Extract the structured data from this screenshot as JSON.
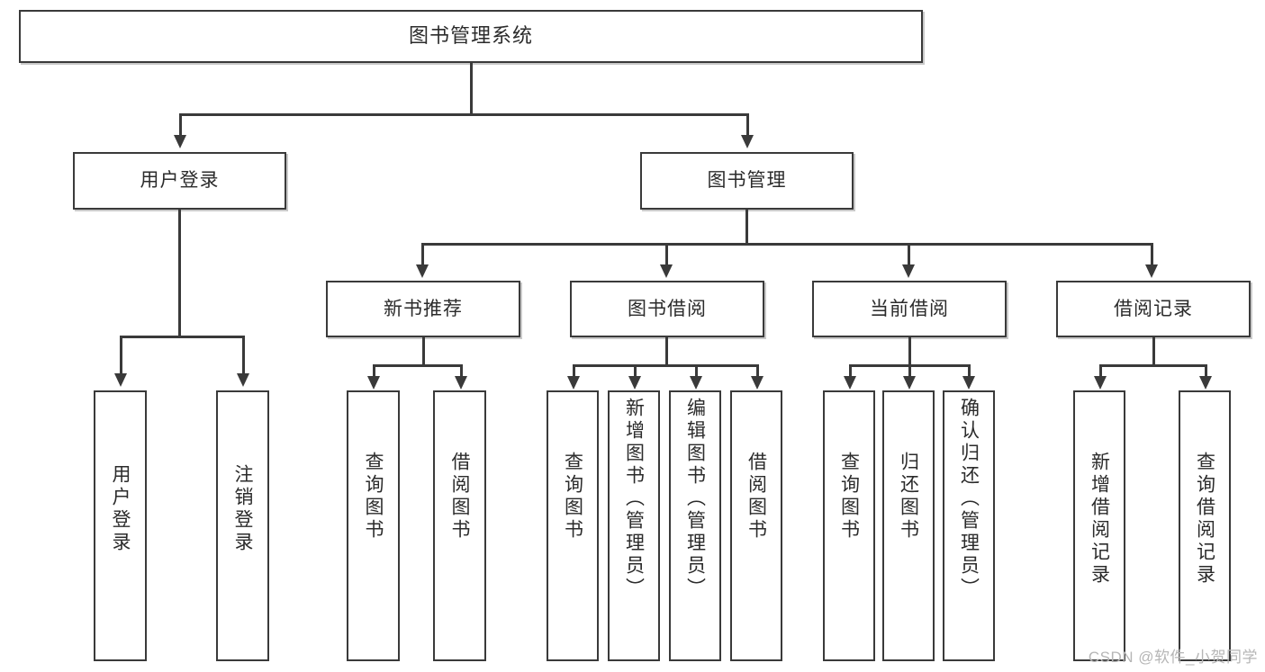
{
  "diagram": {
    "type": "tree-hierarchy",
    "title": "图书管理系统",
    "root": {
      "label": "图书管理系统"
    },
    "level2": [
      {
        "label": "用户登录"
      },
      {
        "label": "图书管理"
      }
    ],
    "level3": [
      {
        "label": "新书推荐"
      },
      {
        "label": "图书借阅"
      },
      {
        "label": "当前借阅"
      },
      {
        "label": "借阅记录"
      }
    ],
    "leaves": {
      "user_login": [
        {
          "label": "用户登录"
        },
        {
          "label": "注销登录"
        }
      ],
      "new_book_recommend": [
        {
          "label": "查询图书"
        },
        {
          "label": "借阅图书"
        }
      ],
      "book_borrow": [
        {
          "label": "查询图书"
        },
        {
          "label": "新增图书（管理员）"
        },
        {
          "label": "编辑图书（管理员）"
        },
        {
          "label": "借阅图书"
        }
      ],
      "current_borrow": [
        {
          "label": "查询图书"
        },
        {
          "label": "归还图书"
        },
        {
          "label": "确认归还（管理员）"
        }
      ],
      "borrow_record": [
        {
          "label": "新增借阅记录"
        },
        {
          "label": "查询借阅记录"
        }
      ]
    }
  },
  "watermark": {
    "text": "CSDN @软件_小贺同学"
  },
  "colors": {
    "stroke": "#3a3a3a",
    "fill": "#ffffff",
    "text": "#2b2b2b",
    "watermark": "#b6b6b6"
  }
}
